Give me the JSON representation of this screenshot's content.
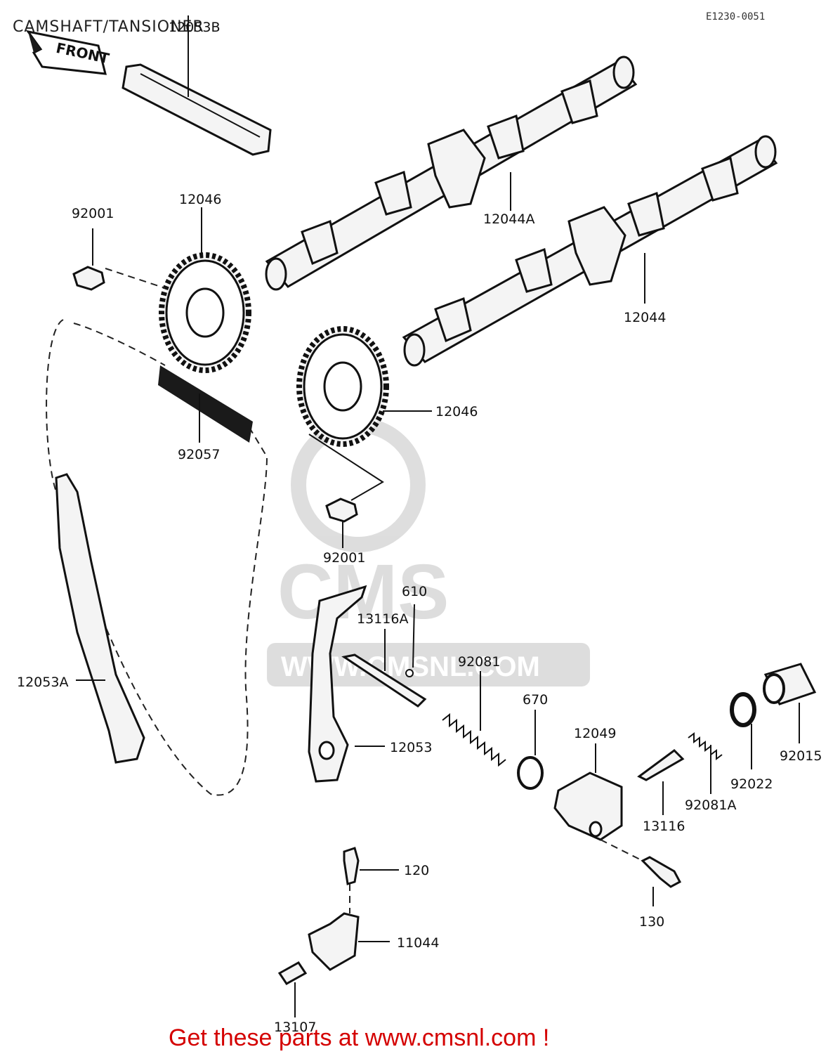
{
  "header": {
    "title": "CAMSHAFT/TANSIONER",
    "diagram_code": "E1230-0051",
    "front_badge": "FRONT"
  },
  "labels": {
    "p12053B": "12053B",
    "p92001_top": "92001",
    "p12046_top": "12046",
    "p12044A": "12044A",
    "p12044": "12044",
    "p12046_mid": "12046",
    "p92057": "92057",
    "p92001_mid": "92001",
    "p610": "610",
    "p13116A": "13116A",
    "p92081": "92081",
    "p670": "670",
    "p12049": "12049",
    "p12053A": "12053A",
    "p12053": "12053",
    "p92015": "92015",
    "p92022": "92022",
    "p92081A": "92081A",
    "p13116": "13116",
    "p120": "120",
    "p130": "130",
    "p11044": "11044",
    "p13107": "13107"
  },
  "watermark": {
    "brand": "CMS",
    "url": "WWW.CMSNL.COM"
  },
  "footer": {
    "text": "Get these parts at www.cmsnl.com !",
    "color": "#d40000"
  }
}
